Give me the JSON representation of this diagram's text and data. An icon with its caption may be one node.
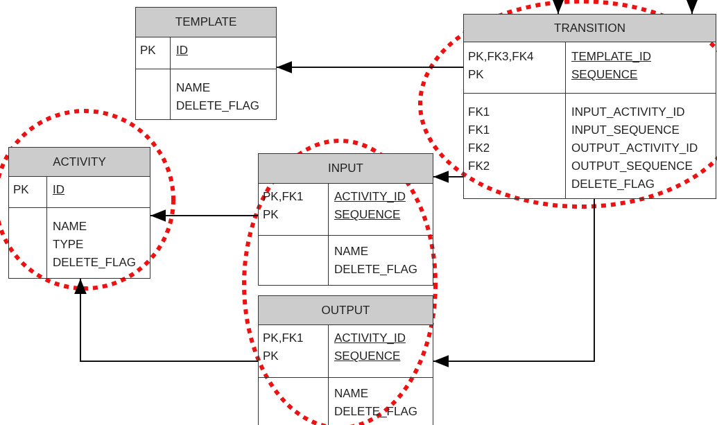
{
  "diagram": {
    "nodes": [
      {
        "text": [
          "TEMPLATE",
          "PK",
          "ID",
          "NAME",
          "DELETE_FLAG"
        ]
      },
      {
        "text": [
          "TRANSITION",
          "PK,FK3,FK4",
          "PK",
          "TEMPLATE_ID",
          "SEQUENCE",
          "FK1",
          "FK1",
          "FK2",
          "FK2",
          "INPUT_ACTIVITY_ID",
          "INPUT_SEQUENCE",
          "OUTPUT_ACTIVITY_ID",
          "OUTPUT_SEQUENCE",
          "DELETE_FLAG"
        ]
      },
      {
        "text": [
          "ACTIVITY",
          "PK",
          "ID",
          "NAME",
          "TYPE",
          "DELETE_FLAG"
        ]
      },
      {
        "text": [
          "INPUT",
          "PK,FK1",
          "PK",
          "ACTIVITY_ID",
          "SEQUENCE",
          "NAME",
          "DELETE_FLAG"
        ]
      },
      {
        "text": [
          "OUTPUT",
          "PK,FK1",
          "PK",
          "ACTIVITY_ID",
          "SEQUENCE",
          "NAME",
          "DELETE_FLAG"
        ]
      }
    ],
    "edges": [
      {
        "from": 1,
        "to": 0,
        "arrow": "to"
      },
      {
        "from": 1,
        "to": 3,
        "arrow": "to"
      },
      {
        "from": 3,
        "to": 2,
        "arrow": "to"
      },
      {
        "from": 4,
        "to": 2,
        "arrow": "to"
      },
      {
        "from": 1,
        "to": 4,
        "arrow": "to"
      },
      {
        "from": null,
        "to": 1,
        "arrow": "to"
      },
      {
        "from": null,
        "to": 1,
        "arrow": "to"
      }
    ]
  }
}
